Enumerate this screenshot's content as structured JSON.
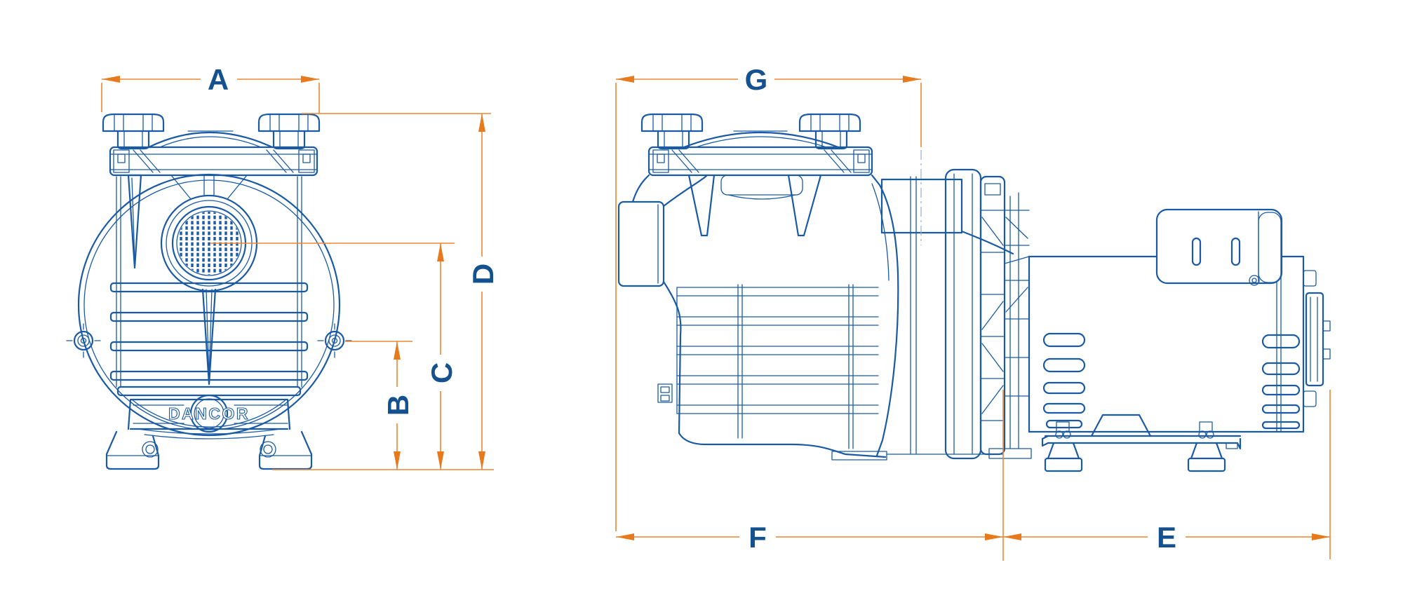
{
  "brand": {
    "logo_text": "DANCOR"
  },
  "colors": {
    "drawing_line_blue": "#1A5AA5",
    "label_blue": "#15518F",
    "dimension_orange": "#EE8633",
    "background": "#FFFFFF"
  },
  "dimension_labels": {
    "a": "A",
    "b": "B",
    "c": "C",
    "d": "D",
    "e": "E",
    "f": "F",
    "g": "G"
  }
}
